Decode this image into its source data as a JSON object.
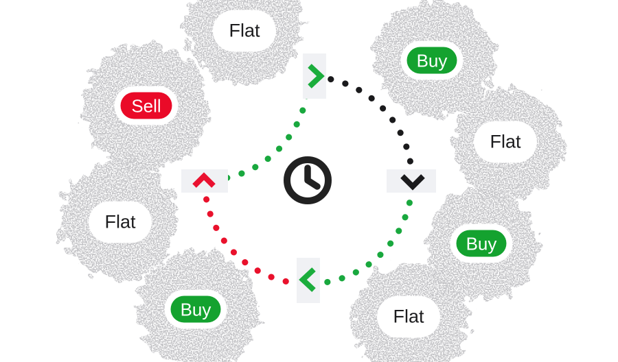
{
  "diagram": {
    "description": "Circular market-cycle diagram: eight noise-textured nodes labeled Buy, Sell or Flat arranged around a dotted clockwise cycle with a clock at the center",
    "center": {
      "icon": "clock-icon"
    },
    "nodes": [
      {
        "position": "top",
        "label": "Flat",
        "variant": "flat"
      },
      {
        "position": "top-right",
        "label": "Buy",
        "variant": "buy"
      },
      {
        "position": "right",
        "label": "Flat",
        "variant": "flat"
      },
      {
        "position": "bottom-right",
        "label": "Buy",
        "variant": "buy"
      },
      {
        "position": "bottom",
        "label": "Flat",
        "variant": "flat"
      },
      {
        "position": "bottom-left",
        "label": "Buy",
        "variant": "buy"
      },
      {
        "position": "left",
        "label": "Flat",
        "variant": "flat"
      },
      {
        "position": "top-left",
        "label": "Sell",
        "variant": "sell"
      }
    ],
    "cycle_arrows": [
      {
        "position": "top",
        "icon": "chevron-right-icon",
        "color": "#1bad3c"
      },
      {
        "position": "right",
        "icon": "chevron-down-icon",
        "color": "#1b1b1d"
      },
      {
        "position": "bottom",
        "icon": "chevron-left-icon",
        "color": "#1bad3c"
      },
      {
        "position": "left",
        "icon": "chevron-up-icon",
        "color": "#ea1130"
      }
    ],
    "arc_segments": [
      {
        "quadrant": "north-west",
        "color": "#19a83e"
      },
      {
        "quadrant": "north-east",
        "color": "#1a1a1c"
      },
      {
        "quadrant": "south-east",
        "color": "#19a83e"
      },
      {
        "quadrant": "south-west",
        "color": "#e9112c"
      }
    ],
    "colors": {
      "buy_green": "#14a22f",
      "sell_red": "#ea0a28",
      "flat_pill_bg": "#ffffff",
      "text_dark": "#1c1c1e",
      "arrow_plate_gray": "#f0f1f4",
      "clock_black": "#212121",
      "noise_gray": "#8a8a8a"
    }
  }
}
